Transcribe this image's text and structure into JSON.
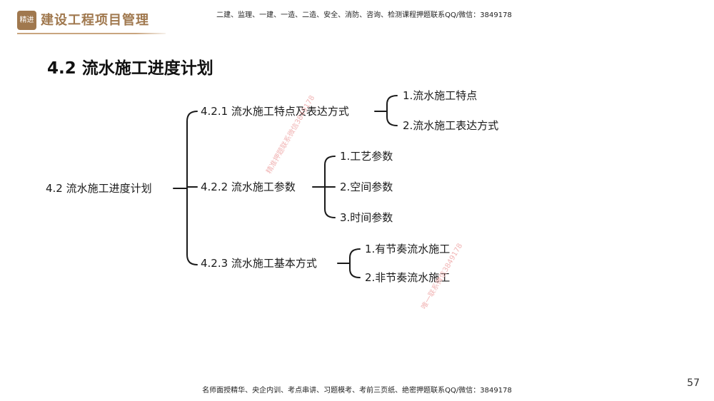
{
  "header": {
    "logo_text": "精进",
    "brand": "建设工程项目管理",
    "notice": "二建、监理、一建、一造、二造、安全、消防、咨询、检测课程押题联系QQ/微信：3849178"
  },
  "slide": {
    "title": "4.2 流水施工进度计划"
  },
  "mindmap": {
    "root": "4.2 流水施工进度计划",
    "branches": [
      {
        "label": "4.2.1 流水施工特点及表达方式",
        "children": [
          "1.流水施工特点",
          "2.流水施工表达方式"
        ]
      },
      {
        "label": "4.2.2 流水施工参数",
        "children": [
          "1.工艺参数",
          "2.空间参数",
          "3.时间参数"
        ]
      },
      {
        "label": "4.2.3 流水施工基本方式",
        "children": [
          "1.有节奏流水施工",
          "2.非节奏流水施工"
        ]
      }
    ]
  },
  "watermarks": [
    "精准押题联系微信3849178",
    "唯一联系微信3849178"
  ],
  "footer": {
    "text": "名师面授精华、央企内训、考点串讲、习题模考、考前三页纸、绝密押题联系QQ/微信：3849178",
    "page_number": "57"
  }
}
